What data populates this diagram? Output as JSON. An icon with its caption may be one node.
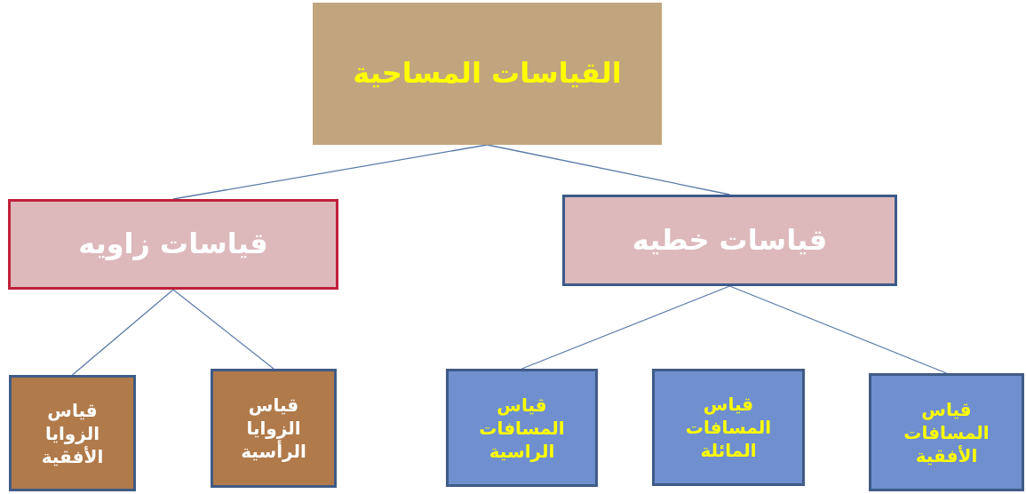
{
  "diagram": {
    "nodes": [
      {
        "text": [
          "القياسات المساحية"
        ]
      },
      {
        "text": [
          "قياسات زاويه"
        ]
      },
      {
        "text": [
          "قياسات خطيه"
        ]
      },
      {
        "text": [
          "قياس الزوايا الأفقية"
        ]
      },
      {
        "text": [
          "قياس الزوايا الرأسية"
        ]
      },
      {
        "text": [
          "قياس المسافات الراسية"
        ]
      },
      {
        "text": [
          "قياس المسافات المائلة"
        ]
      },
      {
        "text": [
          "قياس المسافات الأفقية"
        ]
      }
    ],
    "edges": [
      {
        "from": 0,
        "to": 1,
        "arrow": "none"
      },
      {
        "from": 0,
        "to": 2,
        "arrow": "none"
      },
      {
        "from": 1,
        "to": 3,
        "arrow": "none"
      },
      {
        "from": 1,
        "to": 4,
        "arrow": "none"
      },
      {
        "from": 2,
        "to": 5,
        "arrow": "none"
      },
      {
        "from": 2,
        "to": 7,
        "arrow": "none"
      }
    ]
  }
}
